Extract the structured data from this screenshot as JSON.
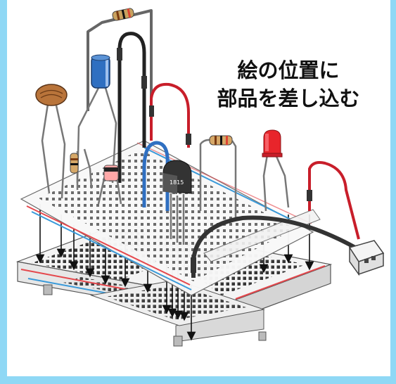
{
  "caption": {
    "line1": "絵の位置に",
    "line2": "部品を差し込む"
  },
  "transistor_label": "1815",
  "colors": {
    "frame": "#8fd8f5",
    "red_line": "#e5484d",
    "blue_line": "#3a9ad9",
    "led": "#e8252b",
    "capacitor": "#2f6fc1",
    "red_wire": "#c81e2a",
    "blue_wire": "#2f6fc1"
  },
  "icons": [
    "resistor-icon",
    "led-icon",
    "capacitor-icon",
    "transistor-icon",
    "photoresistor-icon",
    "connector-icon",
    "breadboard-icon"
  ]
}
